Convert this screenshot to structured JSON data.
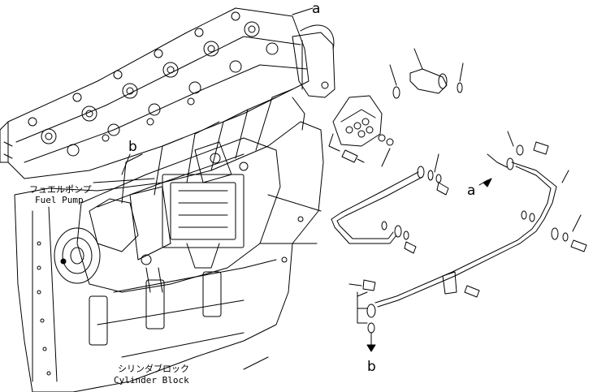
{
  "callouts": {
    "a_top": "a",
    "a_mid": "a",
    "b_left": "b",
    "b_bottom": "b"
  },
  "labels": {
    "fuel_pump_jp": "フュエルポンプ",
    "fuel_pump_en": "Fuel Pump",
    "cylinder_block_jp": "シリンダブロック",
    "cylinder_block_en": "Cylinder Block"
  },
  "colors": {
    "ink": "#000000",
    "paper": "#ffffff"
  }
}
